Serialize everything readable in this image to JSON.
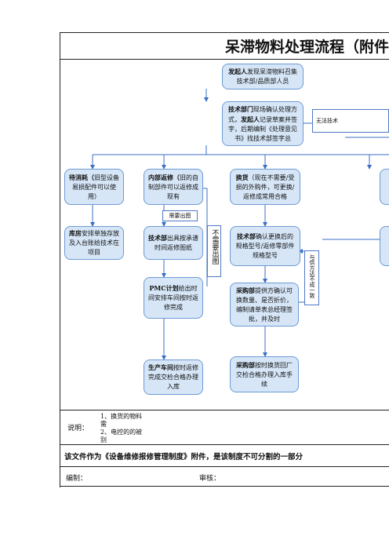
{
  "title": "呆滞物料处理流程（附件",
  "boxes": {
    "start": {
      "bold": "发起人",
      "text": "发现呆滞物料召集技术部/品质部人员"
    },
    "tech_confirm": {
      "b1": "技术部门",
      "t1": "现场确认处理方式，",
      "b2": "发起人",
      "t2": "记录草案并签字，后期编制《处理意见书》找技术部签字总"
    },
    "scrap": {
      "bold": "待消耗（",
      "text": "旧型设备易损配件可以使用）"
    },
    "rework": {
      "bold": "内部返修（",
      "text": "旧的自制部件可以返修成现有"
    },
    "exchange": {
      "bold": "换货",
      "text": "（现在不需要/受损的外购件，可更换/返修成常用合格"
    },
    "warehouse": {
      "bold": "库房",
      "text": "安排单独存放及入台账给技术在项目"
    },
    "tech_rework": {
      "bold": "技术部",
      "text": "出具按承谱时间返修图纸"
    },
    "tech_exchange": {
      "bold": "技术部",
      "text": "确认更换后的规格型号/返修零部件规格型号"
    },
    "pmc": {
      "bold": "PMC计划",
      "text": "给出时间安排车间按时返修完成"
    },
    "purchase1": {
      "bold": "采购部",
      "text": "提供方确认可换数量、是否折价，编制请单表总经理签批，并及时"
    },
    "production": {
      "bold": "生产车间",
      "text": "按时返修完成交检合格办理入库"
    },
    "purchase2": {
      "bold": "采购部",
      "text": "按时换货回厂交检合格办理入库手续"
    }
  },
  "notes": {
    "cut_right": "无法技术",
    "need_drawing": "需要出图",
    "no_drawing": "不需要出图",
    "supplier": "与供方达不成一致"
  },
  "explain": {
    "label": "说明：",
    "line1": "1、换货的物料需",
    "line2": "2、电控的的被别"
  },
  "footer_note": "该文件作为《设备维修报修管理制度》附件，是该制度不可分割的一部分",
  "sign": {
    "editor": "编制：",
    "reviewer": "审核："
  },
  "colors": {
    "box_fill": "#d6e6f7",
    "box_border": "#6d9ad4",
    "arrow": "#3a6fc4"
  }
}
